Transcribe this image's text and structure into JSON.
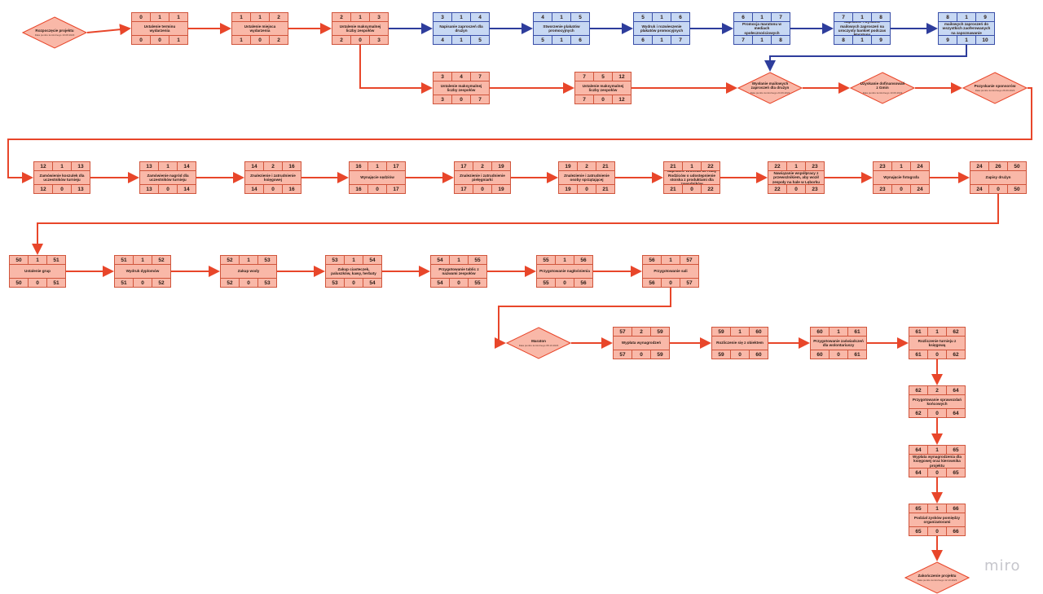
{
  "brand": "miro",
  "colors": {
    "critical": "#e8462a",
    "normal": "#2e3d9c",
    "critical_fill": "#f9b8a8",
    "normal_fill": "#c7d8f3"
  },
  "milestones": [
    {
      "id": "m_start",
      "title": "Rozpoczęcie projektu",
      "sub": "Data punktu kontrolnego 10.08.2023"
    },
    {
      "id": "m_inv",
      "title": "Wysłanie mailowych zaproszeń dla drużyn",
      "sub": "Data punktu kontrolnego 24.09.2023"
    },
    {
      "id": "m_gmina",
      "title": "Uzyskanie dofinansowań z Gmin",
      "sub": "Data punktu kontrolnego 10.09.2023"
    },
    {
      "id": "m_spons",
      "title": "Pozyskanie sponsorów",
      "sub": "Data punktu kontrolnego 26.09.2023"
    },
    {
      "id": "m_maraton",
      "title": "Maraton",
      "sub": "Data punktu kontrolnego 08.10.2023"
    },
    {
      "id": "m_end",
      "title": "Zakończenie projektu",
      "sub": "Data punktu kontrolnego 12.10.2023"
    }
  ],
  "tasks": [
    {
      "id": "t1",
      "kind": "red",
      "es": "0",
      "d": "1",
      "ef": "1",
      "label": "Ustalenie terminu wydarzenia",
      "ls": "0",
      "sl": "0",
      "lf": "1"
    },
    {
      "id": "t2",
      "kind": "red",
      "es": "1",
      "d": "1",
      "ef": "2",
      "label": "Ustalenie miejsca wydarzenia",
      "ls": "1",
      "sl": "0",
      "lf": "2"
    },
    {
      "id": "t3",
      "kind": "red",
      "es": "2",
      "d": "1",
      "ef": "3",
      "label": "Ustalenie maksymalnej liczby zespołów",
      "ls": "2",
      "sl": "0",
      "lf": "3"
    },
    {
      "id": "t4",
      "kind": "blue",
      "es": "3",
      "d": "1",
      "ef": "4",
      "label": "Napisanie zaproszeń dla drużyn",
      "ls": "4",
      "sl": "1",
      "lf": "5"
    },
    {
      "id": "t5",
      "kind": "blue",
      "es": "4",
      "d": "1",
      "ef": "5",
      "label": "Stworzenie plakatów promocyjnych",
      "ls": "5",
      "sl": "1",
      "lf": "6"
    },
    {
      "id": "t6",
      "kind": "blue",
      "es": "5",
      "d": "1",
      "ef": "6",
      "label": "Wydruk i rozwieszenie plakatów promocyjnych",
      "ls": "6",
      "sl": "1",
      "lf": "7"
    },
    {
      "id": "t7",
      "kind": "blue",
      "es": "6",
      "d": "1",
      "ef": "7",
      "label": "Promocja maratonu w mediach społecznościowych",
      "ls": "7",
      "sl": "1",
      "lf": "8"
    },
    {
      "id": "t8",
      "kind": "blue",
      "es": "7",
      "d": "1",
      "ef": "8",
      "label": "Napisanie i wysłanie mailowych zaproszeń na uroczysty bankiet podczas Maratonu",
      "ls": "8",
      "sl": "1",
      "lf": "9"
    },
    {
      "id": "t9",
      "kind": "blue",
      "es": "8",
      "d": "1",
      "ef": "9",
      "label": "Napisanie i wysłanie mailowych zaproszeń do wszystkich zaoferowanych na zapoznawanie uczestników Maratonu",
      "ls": "9",
      "sl": "1",
      "lf": "10"
    },
    {
      "id": "t10",
      "kind": "red",
      "es": "3",
      "d": "4",
      "ef": "7",
      "label": "Ustalenie maksymalnej liczby zespołów",
      "ls": "3",
      "sl": "0",
      "lf": "7"
    },
    {
      "id": "t11",
      "kind": "red",
      "es": "7",
      "d": "5",
      "ef": "12",
      "label": "Ustalenie maksymalnej liczby zespołów",
      "ls": "7",
      "sl": "0",
      "lf": "12"
    },
    {
      "id": "t12",
      "kind": "red",
      "es": "12",
      "d": "1",
      "ef": "13",
      "label": "Zamówienie koszulek dla uczestników turnieju",
      "ls": "12",
      "sl": "0",
      "lf": "13"
    },
    {
      "id": "t13",
      "kind": "red",
      "es": "13",
      "d": "1",
      "ef": "14",
      "label": "Zamówienie nagród dla uczestników turnieju",
      "ls": "13",
      "sl": "0",
      "lf": "14"
    },
    {
      "id": "t14",
      "kind": "red",
      "es": "14",
      "d": "2",
      "ef": "16",
      "label": "Znalezienie i zatrudnienie księgowej",
      "ls": "14",
      "sl": "0",
      "lf": "16"
    },
    {
      "id": "t15",
      "kind": "red",
      "es": "16",
      "d": "1",
      "ef": "17",
      "label": "Wynajęcie sędziów",
      "ls": "16",
      "sl": "0",
      "lf": "17"
    },
    {
      "id": "t16",
      "kind": "red",
      "es": "17",
      "d": "2",
      "ef": "19",
      "label": "Znalezienie i zatrudnienie pielęgniarki",
      "ls": "17",
      "sl": "0",
      "lf": "19"
    },
    {
      "id": "t17",
      "kind": "red",
      "es": "19",
      "d": "2",
      "ef": "21",
      "label": "Znalezienie i zatrudnienie osoby sprzątającej",
      "ls": "19",
      "sl": "0",
      "lf": "21"
    },
    {
      "id": "t18",
      "kind": "red",
      "es": "21",
      "d": "1",
      "ef": "22",
      "label": "Napisanie wniosku do Rady Rodziców o udostępnienie stoiska z produktami dla zawodników",
      "ls": "21",
      "sl": "0",
      "lf": "22"
    },
    {
      "id": "t19",
      "kind": "red",
      "es": "22",
      "d": "1",
      "ef": "23",
      "label": "Nawiązanie współpracy z przewoźnikiem, aby woził zespoły na hale w Lęborku",
      "ls": "22",
      "sl": "0",
      "lf": "23"
    },
    {
      "id": "t20",
      "kind": "red",
      "es": "23",
      "d": "1",
      "ef": "24",
      "label": "Wynajęcie fotografa",
      "ls": "23",
      "sl": "0",
      "lf": "24"
    },
    {
      "id": "t21",
      "kind": "red",
      "es": "24",
      "d": "26",
      "ef": "50",
      "label": "Zapisy drużyn",
      "ls": "24",
      "sl": "0",
      "lf": "50"
    },
    {
      "id": "t22",
      "kind": "red",
      "es": "50",
      "d": "1",
      "ef": "51",
      "label": "Ustalenie grup",
      "ls": "50",
      "sl": "0",
      "lf": "51"
    },
    {
      "id": "t23",
      "kind": "red",
      "es": "51",
      "d": "1",
      "ef": "52",
      "label": "Wydruk dyplomów",
      "ls": "51",
      "sl": "0",
      "lf": "52"
    },
    {
      "id": "t24",
      "kind": "red",
      "es": "52",
      "d": "1",
      "ef": "53",
      "label": "Zakup wody",
      "ls": "52",
      "sl": "0",
      "lf": "53"
    },
    {
      "id": "t25",
      "kind": "red",
      "es": "53",
      "d": "1",
      "ef": "54",
      "label": "Zakup ciasteczek, paluszków, kawy, herbaty",
      "ls": "53",
      "sl": "0",
      "lf": "54"
    },
    {
      "id": "t26",
      "kind": "red",
      "es": "54",
      "d": "1",
      "ef": "55",
      "label": "Przygotowanie tablic z nazwami zespołów",
      "ls": "54",
      "sl": "0",
      "lf": "55"
    },
    {
      "id": "t27",
      "kind": "red",
      "es": "55",
      "d": "1",
      "ef": "56",
      "label": "Przygotowanie nagłośnienia",
      "ls": "55",
      "sl": "0",
      "lf": "56"
    },
    {
      "id": "t28",
      "kind": "red",
      "es": "56",
      "d": "1",
      "ef": "57",
      "label": "Przygotowanie sali",
      "ls": "56",
      "sl": "0",
      "lf": "57"
    },
    {
      "id": "t29",
      "kind": "red",
      "es": "57",
      "d": "2",
      "ef": "59",
      "label": "Wypłata wynagrodzeń",
      "ls": "57",
      "sl": "0",
      "lf": "59"
    },
    {
      "id": "t30",
      "kind": "red",
      "es": "59",
      "d": "1",
      "ef": "60",
      "label": "Rozliczenie się z obiektem",
      "ls": "59",
      "sl": "0",
      "lf": "60"
    },
    {
      "id": "t31",
      "kind": "red",
      "es": "60",
      "d": "1",
      "ef": "61",
      "label": "Przygotowanie zaświadczeń dla wolontariuszy",
      "ls": "60",
      "sl": "0",
      "lf": "61"
    },
    {
      "id": "t32",
      "kind": "red",
      "es": "61",
      "d": "1",
      "ef": "62",
      "label": "Rozliczenie turnieju z księgową",
      "ls": "61",
      "sl": "0",
      "lf": "62"
    },
    {
      "id": "t33",
      "kind": "red",
      "es": "62",
      "d": "2",
      "ef": "64",
      "label": "Przygotowanie sprawozdań końcowych",
      "ls": "62",
      "sl": "0",
      "lf": "64"
    },
    {
      "id": "t34",
      "kind": "red",
      "es": "64",
      "d": "1",
      "ef": "65",
      "label": "Wypłata wynagrodzenia dla księgowej oraz kierownika projektu",
      "ls": "64",
      "sl": "0",
      "lf": "65"
    },
    {
      "id": "t35",
      "kind": "red",
      "es": "65",
      "d": "1",
      "ef": "66",
      "label": "Podział zysków pomiędzy organizatorami",
      "ls": "65",
      "sl": "0",
      "lf": "66"
    }
  ]
}
